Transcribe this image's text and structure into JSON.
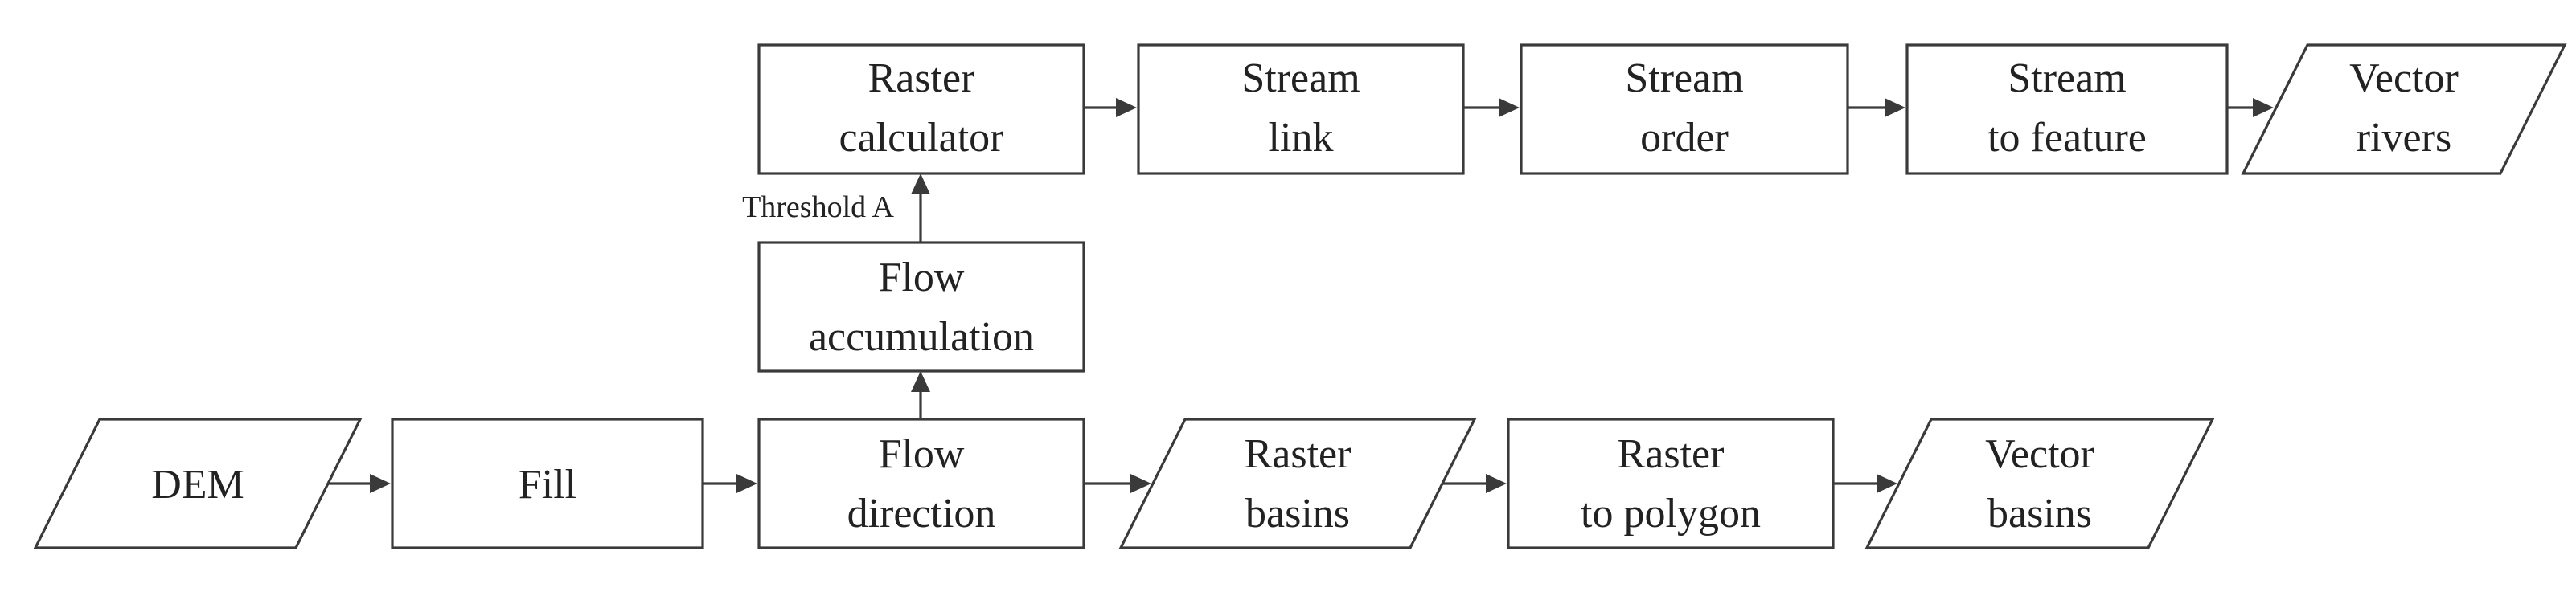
{
  "diagram": {
    "nodes": {
      "dem": {
        "lines": [
          "DEM"
        ],
        "shape": "parallelogram"
      },
      "fill": {
        "lines": [
          "Fill"
        ],
        "shape": "rectangle"
      },
      "flow_direction": {
        "lines": [
          "Flow",
          "direction"
        ],
        "shape": "rectangle"
      },
      "flow_accumulation": {
        "lines": [
          "Flow",
          "accumulation"
        ],
        "shape": "rectangle"
      },
      "raster_calculator": {
        "lines": [
          "Raster",
          "calculator"
        ],
        "shape": "rectangle"
      },
      "stream_link": {
        "lines": [
          "Stream",
          "link"
        ],
        "shape": "rectangle"
      },
      "stream_order": {
        "lines": [
          "Stream",
          "order"
        ],
        "shape": "rectangle"
      },
      "stream_to_feature": {
        "lines": [
          "Stream",
          "to feature"
        ],
        "shape": "rectangle"
      },
      "vector_rivers": {
        "lines": [
          "Vector",
          "rivers"
        ],
        "shape": "parallelogram"
      },
      "raster_basins": {
        "lines": [
          "Raster",
          "basins"
        ],
        "shape": "parallelogram"
      },
      "raster_to_polygon": {
        "lines": [
          "Raster",
          "to polygon"
        ],
        "shape": "rectangle"
      },
      "vector_basins": {
        "lines": [
          "Vector",
          "basins"
        ],
        "shape": "parallelogram"
      }
    },
    "edge_label": "Threshold A",
    "colors": {
      "stroke": "#3a3a3a",
      "text": "#222222",
      "background": "#ffffff"
    }
  }
}
